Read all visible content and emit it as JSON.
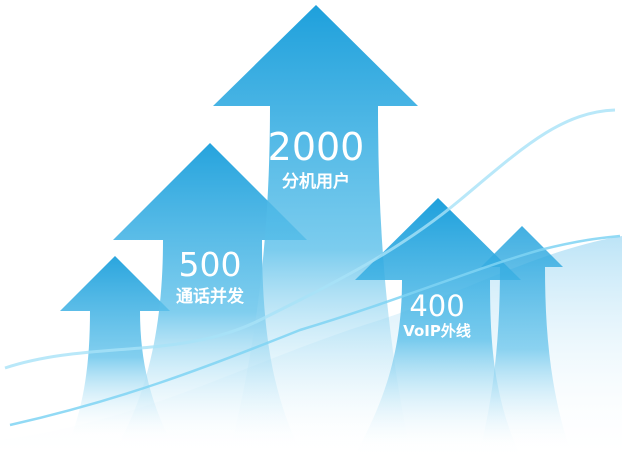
{
  "stats": [
    {
      "value": "2000",
      "label": "分机用户"
    },
    {
      "value": "500",
      "label": "通话并发"
    },
    {
      "value": "400",
      "label": "VoIP外线"
    }
  ],
  "colors": {
    "arrow_top": "#1a9fdc",
    "arrow_fade": "#ffffff",
    "wave": "#8fdcf6"
  }
}
